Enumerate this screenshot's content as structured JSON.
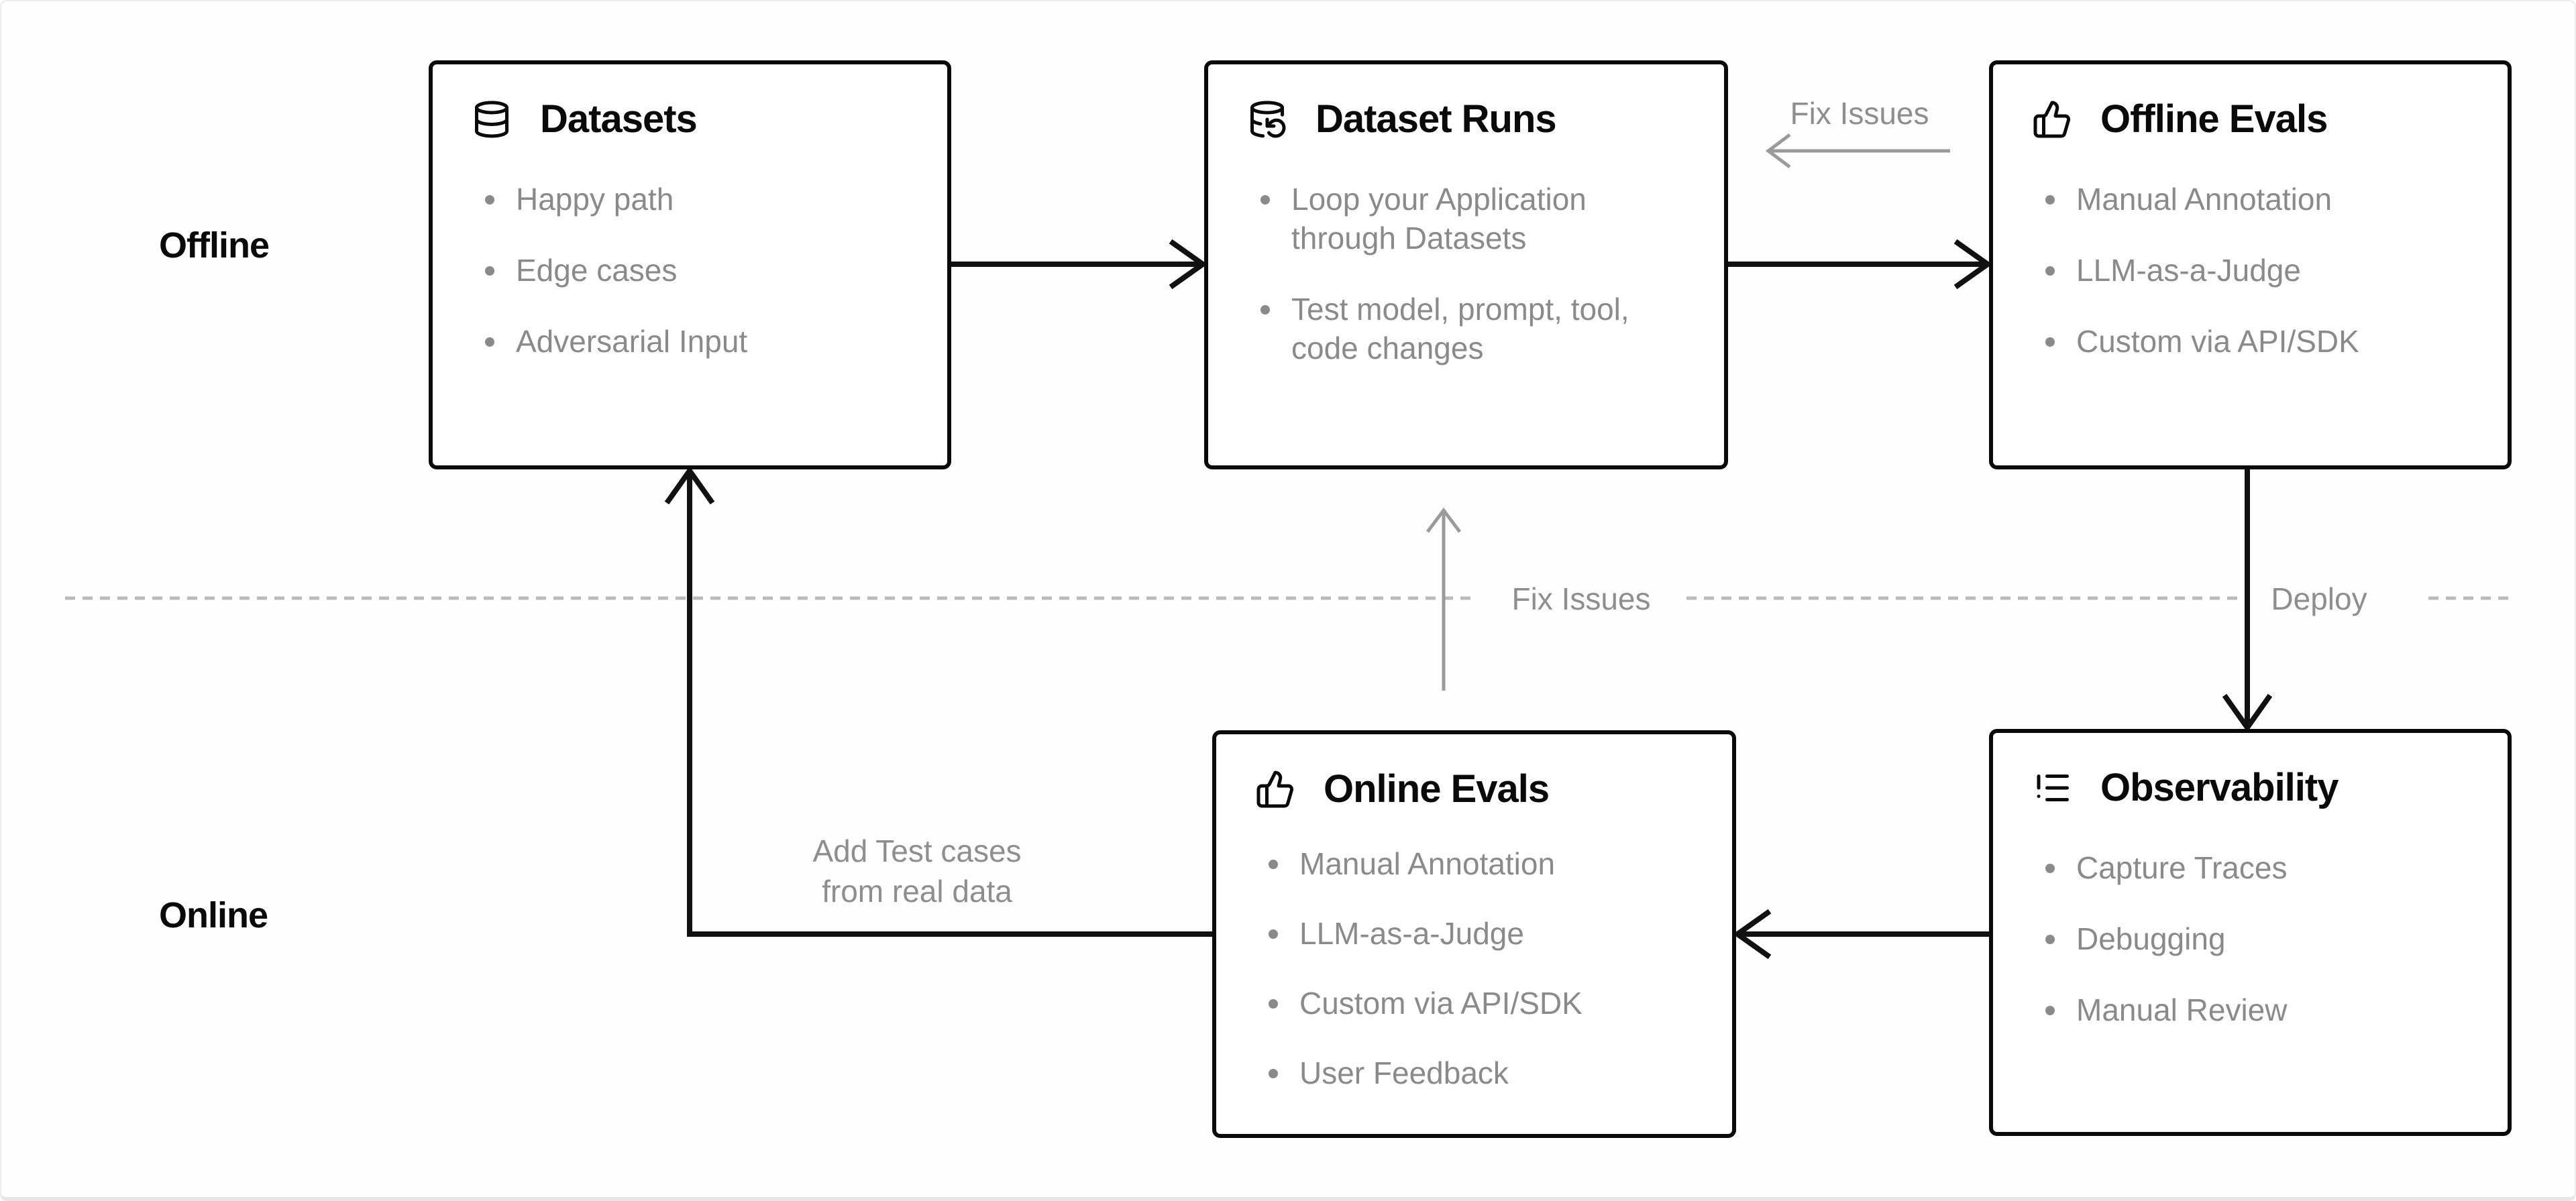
{
  "diagram": {
    "lanes": [
      {
        "label": "Offline"
      },
      {
        "label": "Online"
      }
    ],
    "boxes": [
      {
        "id": "datasets",
        "icon": "database-icon",
        "title": "Datasets",
        "items": [
          "Happy path",
          "Edge cases",
          "Adversarial Input"
        ]
      },
      {
        "id": "dataset-runs",
        "icon": "database-runs-icon",
        "title": "Dataset Runs",
        "items": [
          "Loop your Application through Datasets",
          "Test model, prompt, tool, code changes"
        ]
      },
      {
        "id": "offline-evals",
        "icon": "thumbs-up-icon",
        "title": "Offline Evals",
        "items": [
          "Manual Annotation",
          "LLM-as-a-Judge",
          "Custom via API/SDK"
        ]
      },
      {
        "id": "online-evals",
        "icon": "thumbs-up-icon",
        "title": "Online Evals",
        "items": [
          "Manual Annotation",
          "LLM-as-a-Judge",
          "Custom via API/SDK",
          "User Feedback"
        ]
      },
      {
        "id": "observability",
        "icon": "logs-icon",
        "title": "Observability",
        "items": [
          "Capture Traces",
          "Debugging",
          "Manual Review"
        ]
      }
    ],
    "edge_labels": {
      "fix_issues_top": "Fix Issues",
      "fix_issues_mid": "Fix Issues",
      "deploy": "Deploy",
      "add_test_cases": "Add Test cases\nfrom real data"
    },
    "colors": {
      "box_border": "#0a0a0a",
      "muted_text": "#8a8a8a",
      "gray_label": "#8e8e8e",
      "dashed_line": "#bbbbbb",
      "arrow": "#111111",
      "gray_arrow": "#9a9a9a"
    }
  }
}
